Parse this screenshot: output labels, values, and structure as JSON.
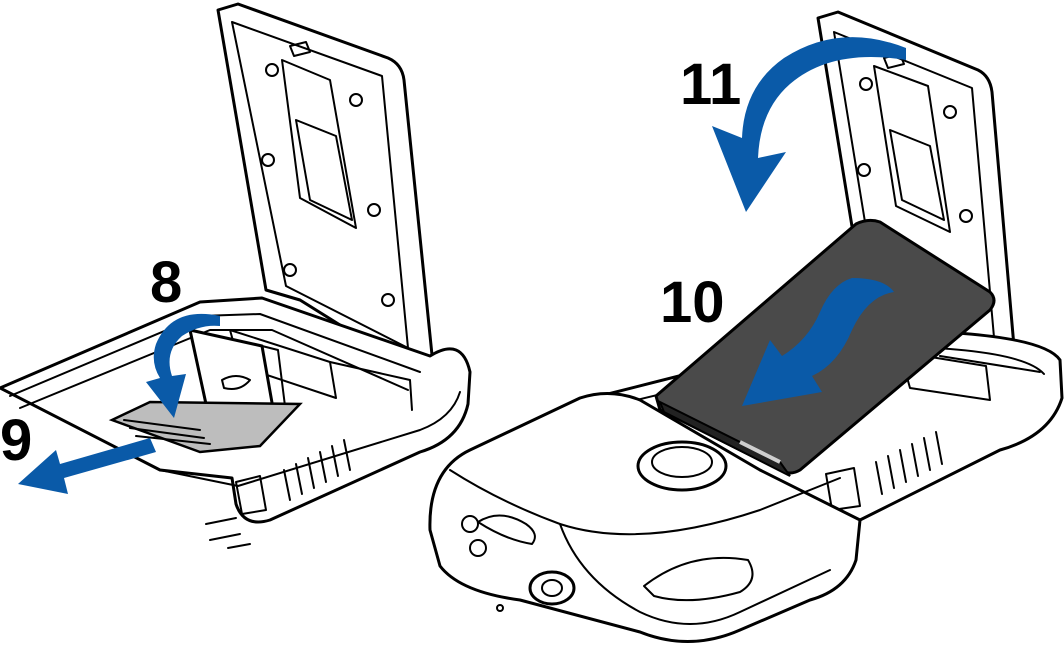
{
  "steps": {
    "step8": "8",
    "step9": "9",
    "step10": "10",
    "step11": "11"
  },
  "colors": {
    "arrow": "#0a5aa8",
    "battery": "#4a4a4a",
    "sim_card": "#bdbdbd",
    "line": "#000000",
    "background": "#ffffff"
  }
}
